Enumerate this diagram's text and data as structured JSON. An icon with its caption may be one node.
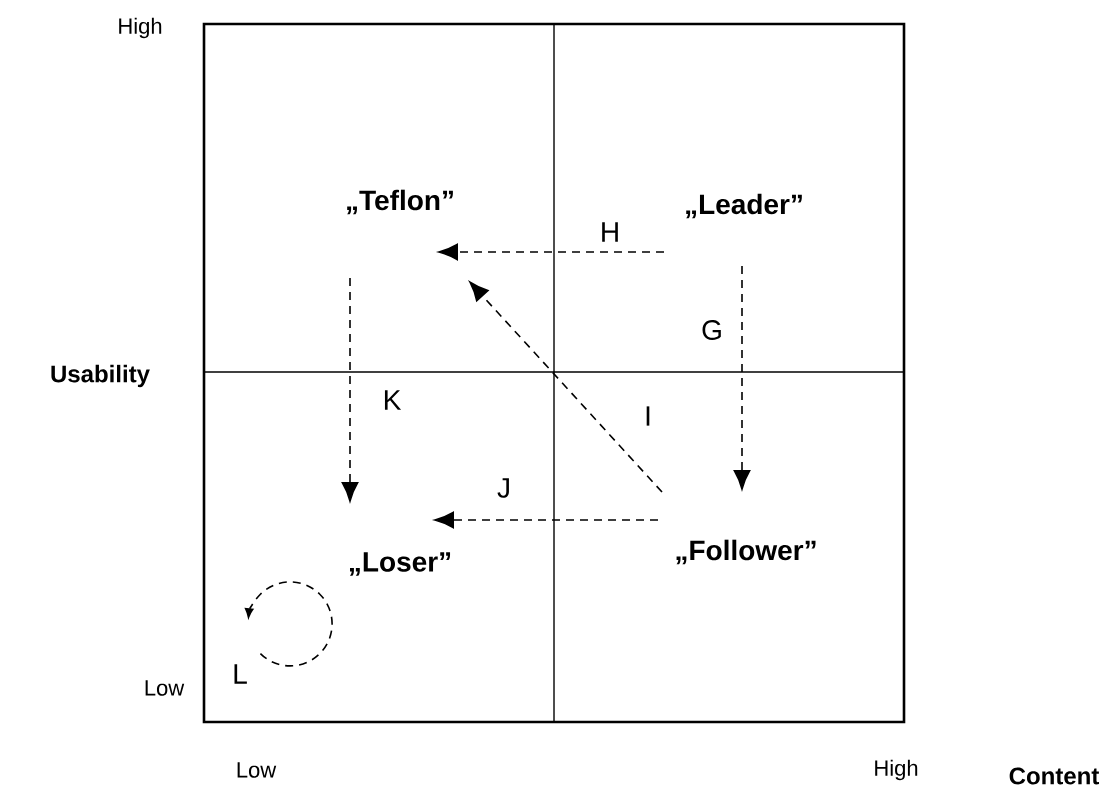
{
  "diagram": {
    "nodes": [
      {
        "text": [
          "„Teflon”"
        ]
      },
      {
        "text": [
          "„Leader”"
        ]
      },
      {
        "text": [
          "„Loser”"
        ]
      },
      {
        "text": [
          "„Follower”"
        ]
      }
    ],
    "edges": [
      {
        "from": 1,
        "to": 0,
        "arrow": "to",
        "label": "H",
        "style": "dashed"
      },
      {
        "from": 1,
        "to": 3,
        "arrow": "to",
        "label": "G",
        "style": "dashed"
      },
      {
        "from": 3,
        "to": 0,
        "arrow": "to",
        "label": "I",
        "style": "dashed"
      },
      {
        "from": 0,
        "to": 2,
        "arrow": "to",
        "label": "K",
        "style": "dashed"
      },
      {
        "from": 3,
        "to": 2,
        "arrow": "to",
        "label": "J",
        "style": "dashed"
      }
    ],
    "labels": [
      "High",
      "Usability",
      "L",
      "Low",
      "Low",
      "High",
      "Content"
    ]
  }
}
